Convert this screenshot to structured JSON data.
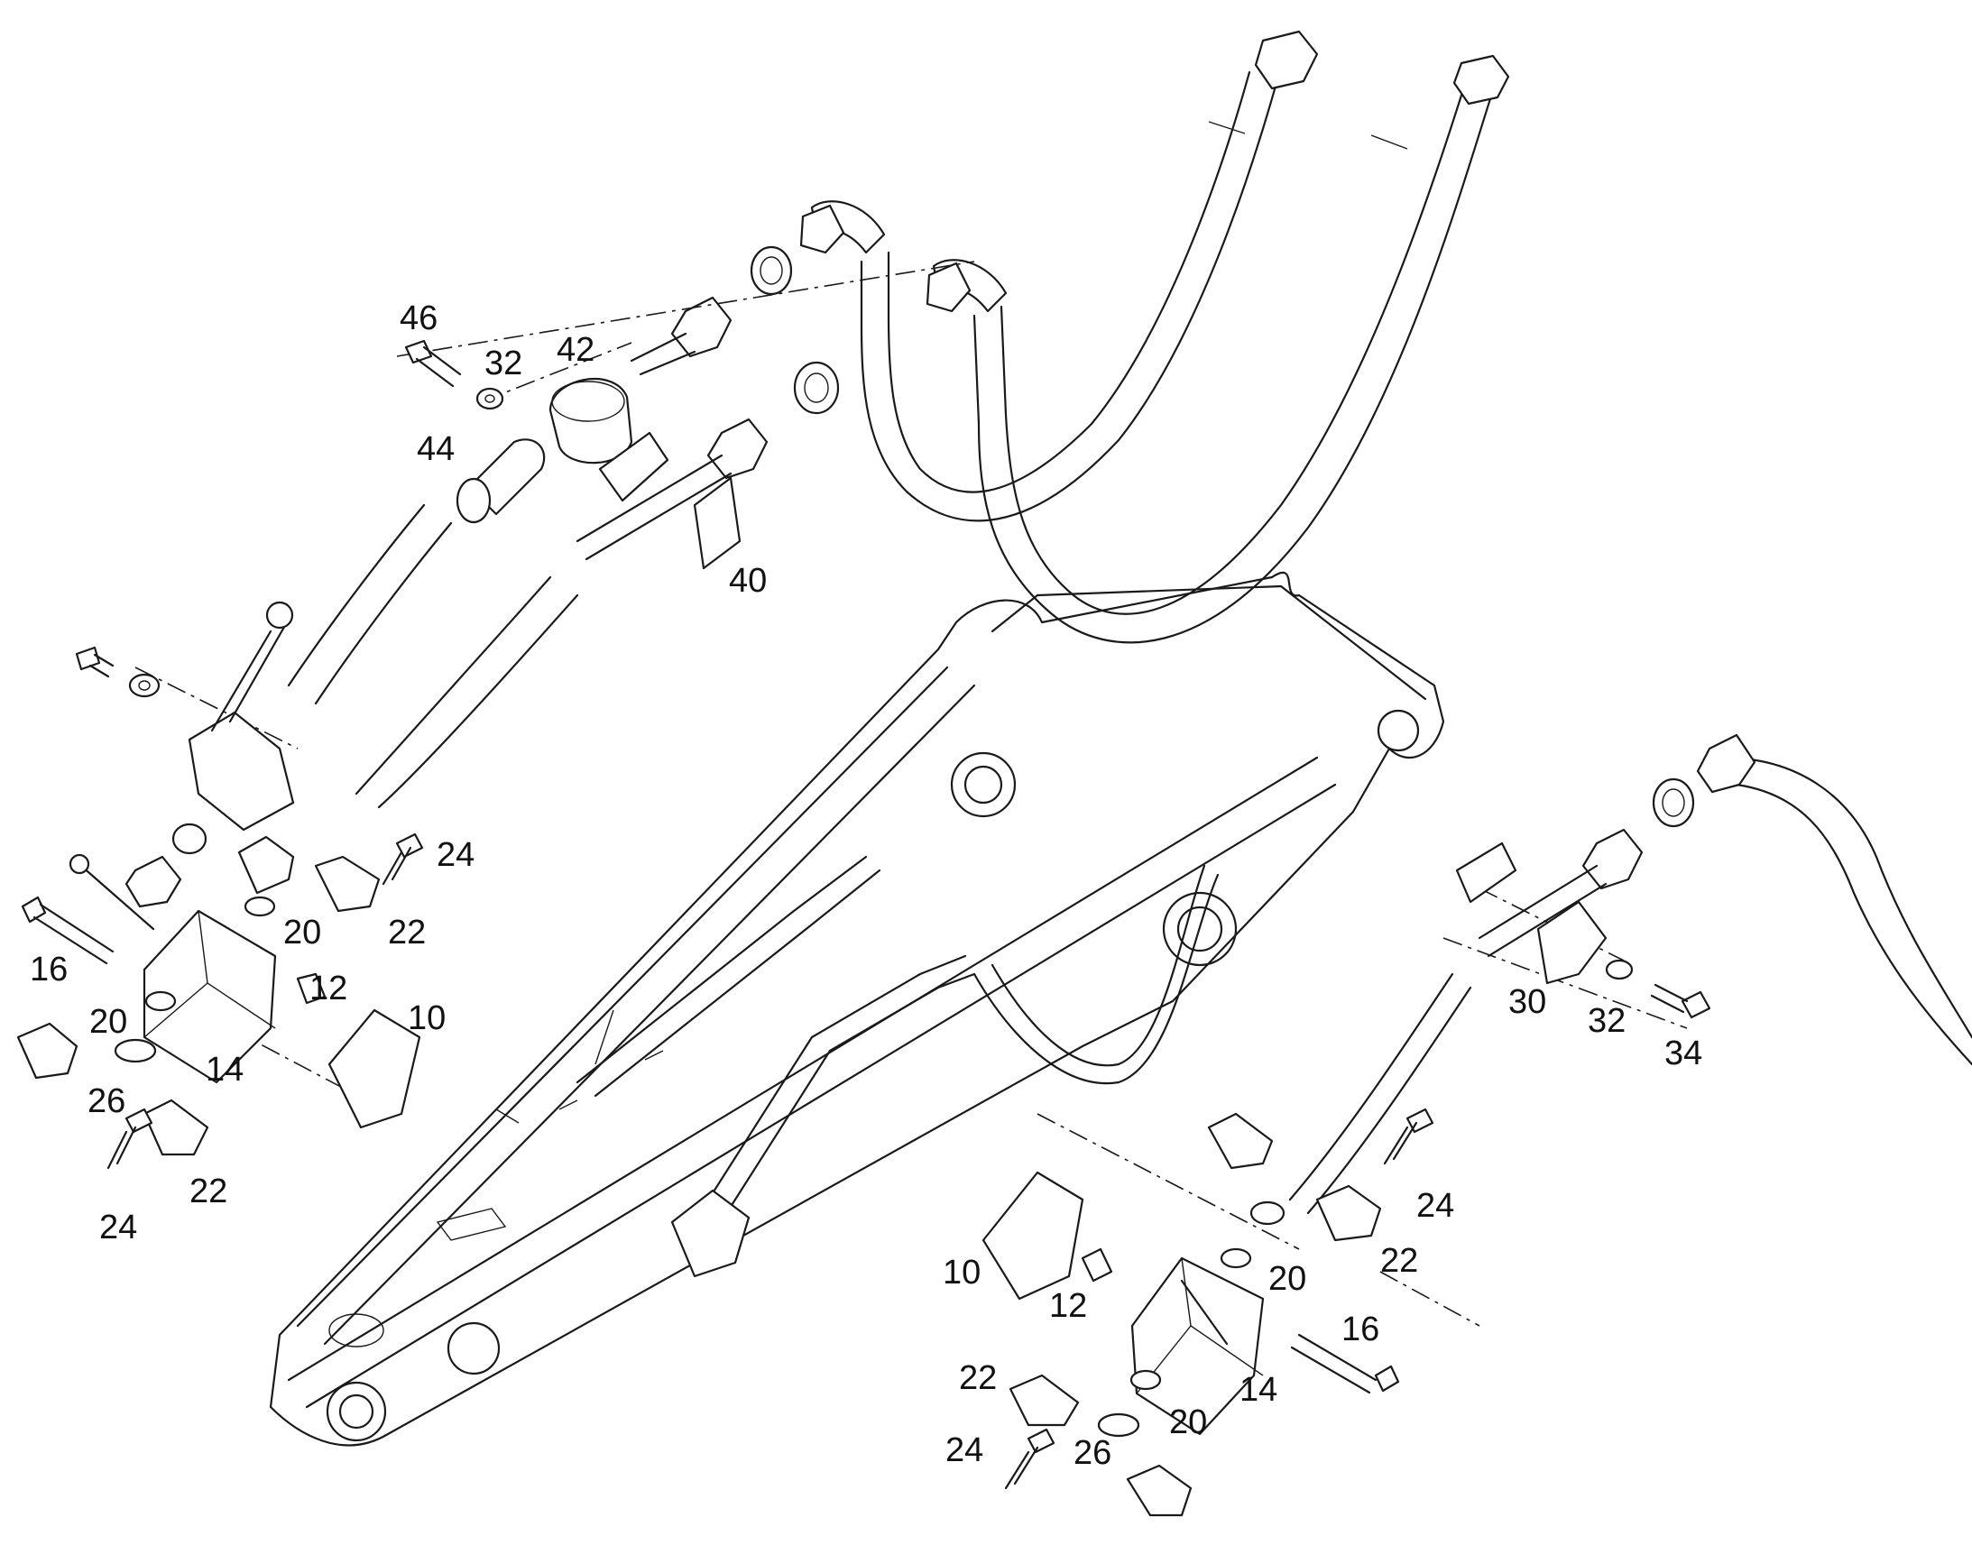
{
  "colors": {
    "line": "#1a1a1a",
    "background": "#ffffff",
    "text": "#111111"
  },
  "callouts": [
    {
      "id": "c46",
      "text": "46"
    },
    {
      "id": "c32a",
      "text": "32"
    },
    {
      "id": "c42",
      "text": "42"
    },
    {
      "id": "c44",
      "text": "44"
    },
    {
      "id": "c40",
      "text": "40"
    },
    {
      "id": "c24a",
      "text": "24"
    },
    {
      "id": "c20a",
      "text": "20"
    },
    {
      "id": "c22a",
      "text": "22"
    },
    {
      "id": "c16a",
      "text": "16"
    },
    {
      "id": "c12a",
      "text": "12"
    },
    {
      "id": "c10a",
      "text": "10"
    },
    {
      "id": "c20b",
      "text": "20"
    },
    {
      "id": "c14a",
      "text": "14"
    },
    {
      "id": "c26a",
      "text": "26"
    },
    {
      "id": "c22b",
      "text": "22"
    },
    {
      "id": "c24b",
      "text": "24"
    },
    {
      "id": "c30",
      "text": "30"
    },
    {
      "id": "c32b",
      "text": "32"
    },
    {
      "id": "c34",
      "text": "34"
    },
    {
      "id": "c24c",
      "text": "24"
    },
    {
      "id": "c22c",
      "text": "22"
    },
    {
      "id": "c20c",
      "text": "20"
    },
    {
      "id": "c10b",
      "text": "10"
    },
    {
      "id": "c12b",
      "text": "12"
    },
    {
      "id": "c16b",
      "text": "16"
    },
    {
      "id": "c14b",
      "text": "14"
    },
    {
      "id": "c22d",
      "text": "22"
    },
    {
      "id": "c20d",
      "text": "20"
    },
    {
      "id": "c24d",
      "text": "24"
    },
    {
      "id": "c26b",
      "text": "26"
    }
  ]
}
